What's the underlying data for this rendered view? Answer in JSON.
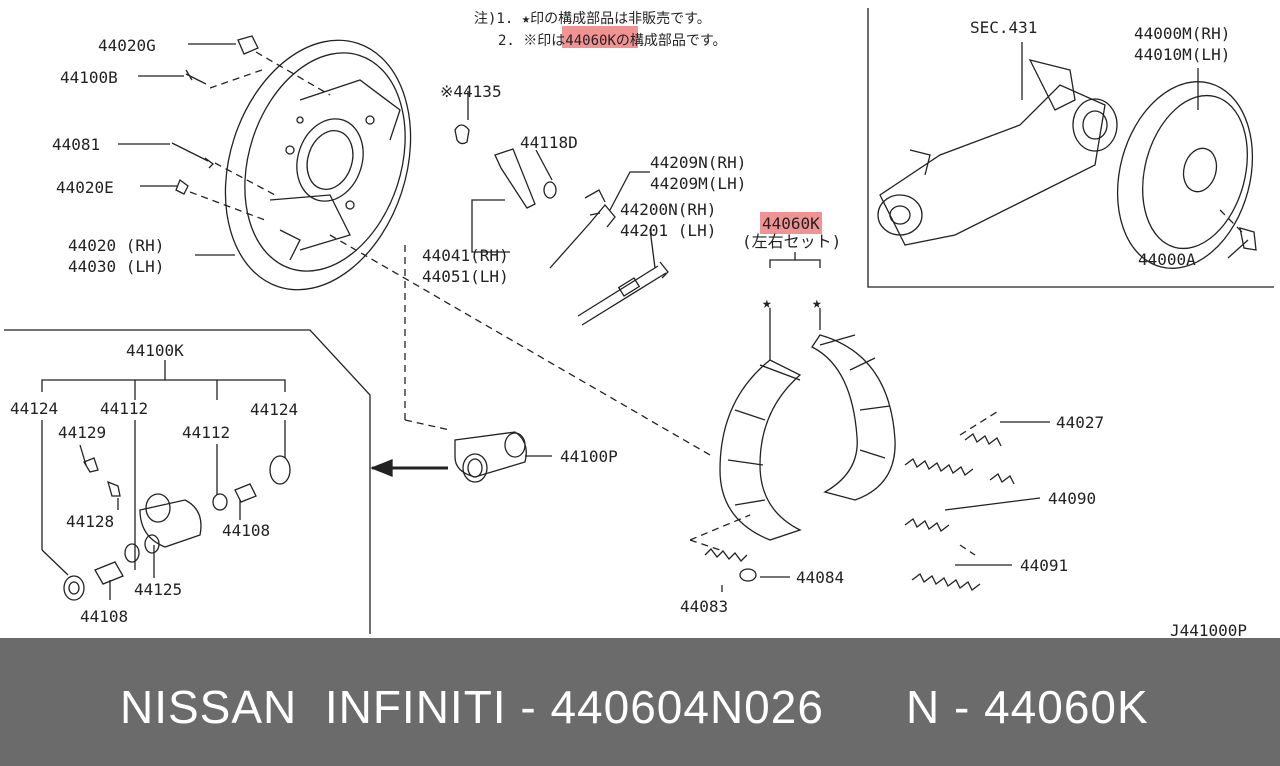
{
  "notes": {
    "line1_prefix": "注)1.",
    "line1_star": "★",
    "line1_text": "印の構成部品は非販売です。",
    "line2_prefix": "2.",
    "line2_mark": "※",
    "line2_text_a": "印は",
    "line2_highlight": "44060",
    "line2_text_b": "Kの構成部品です。"
  },
  "labels": {
    "p44020G": "44020G",
    "p44100B": "44100B",
    "p44081": "44081",
    "p44020E": "44020E",
    "p44020": "44020 (RH)",
    "p44030": "44030 (LH)",
    "p44135": "※44135",
    "p44118D": "44118D",
    "p44041": "44041(RH)",
    "p44051": "44051(LH)",
    "p44209N": "44209N(RH)",
    "p44209M": "44209M(LH)",
    "p44200N": "44200N(RH)",
    "p44201": "44201 (LH)",
    "p44060_hl": "44060",
    "p44060_k": "K",
    "p44060_sub": "(左右セット)",
    "sec431": "SEC.431",
    "p44000M": "44000M(RH)",
    "p44010M": "44010M(LH)",
    "p44000A": "44000A",
    "p44100K": "44100K",
    "p44124_l": "44124",
    "p44112_l": "44112",
    "p44124_r": "44124",
    "p44129": "44129",
    "p44112_r": "44112",
    "p44128": "44128",
    "p44108_r": "44108",
    "p44125": "44125",
    "p44108_l": "44108",
    "p44100P": "44100P",
    "p44027": "44027",
    "p44090": "44090",
    "p44091": "44091",
    "p44084": "44084",
    "p44083": "44083",
    "diagram_code": "J441000P",
    "star_left": "★",
    "star_right": "★"
  },
  "footer": {
    "left": "NISSAN  INFINITI - 440604N026",
    "right": "N - 44060K"
  },
  "colors": {
    "highlight": "#f08080",
    "footer_bg": "#6b6b6b",
    "footer_text": "#ffffff",
    "line": "#222222"
  }
}
